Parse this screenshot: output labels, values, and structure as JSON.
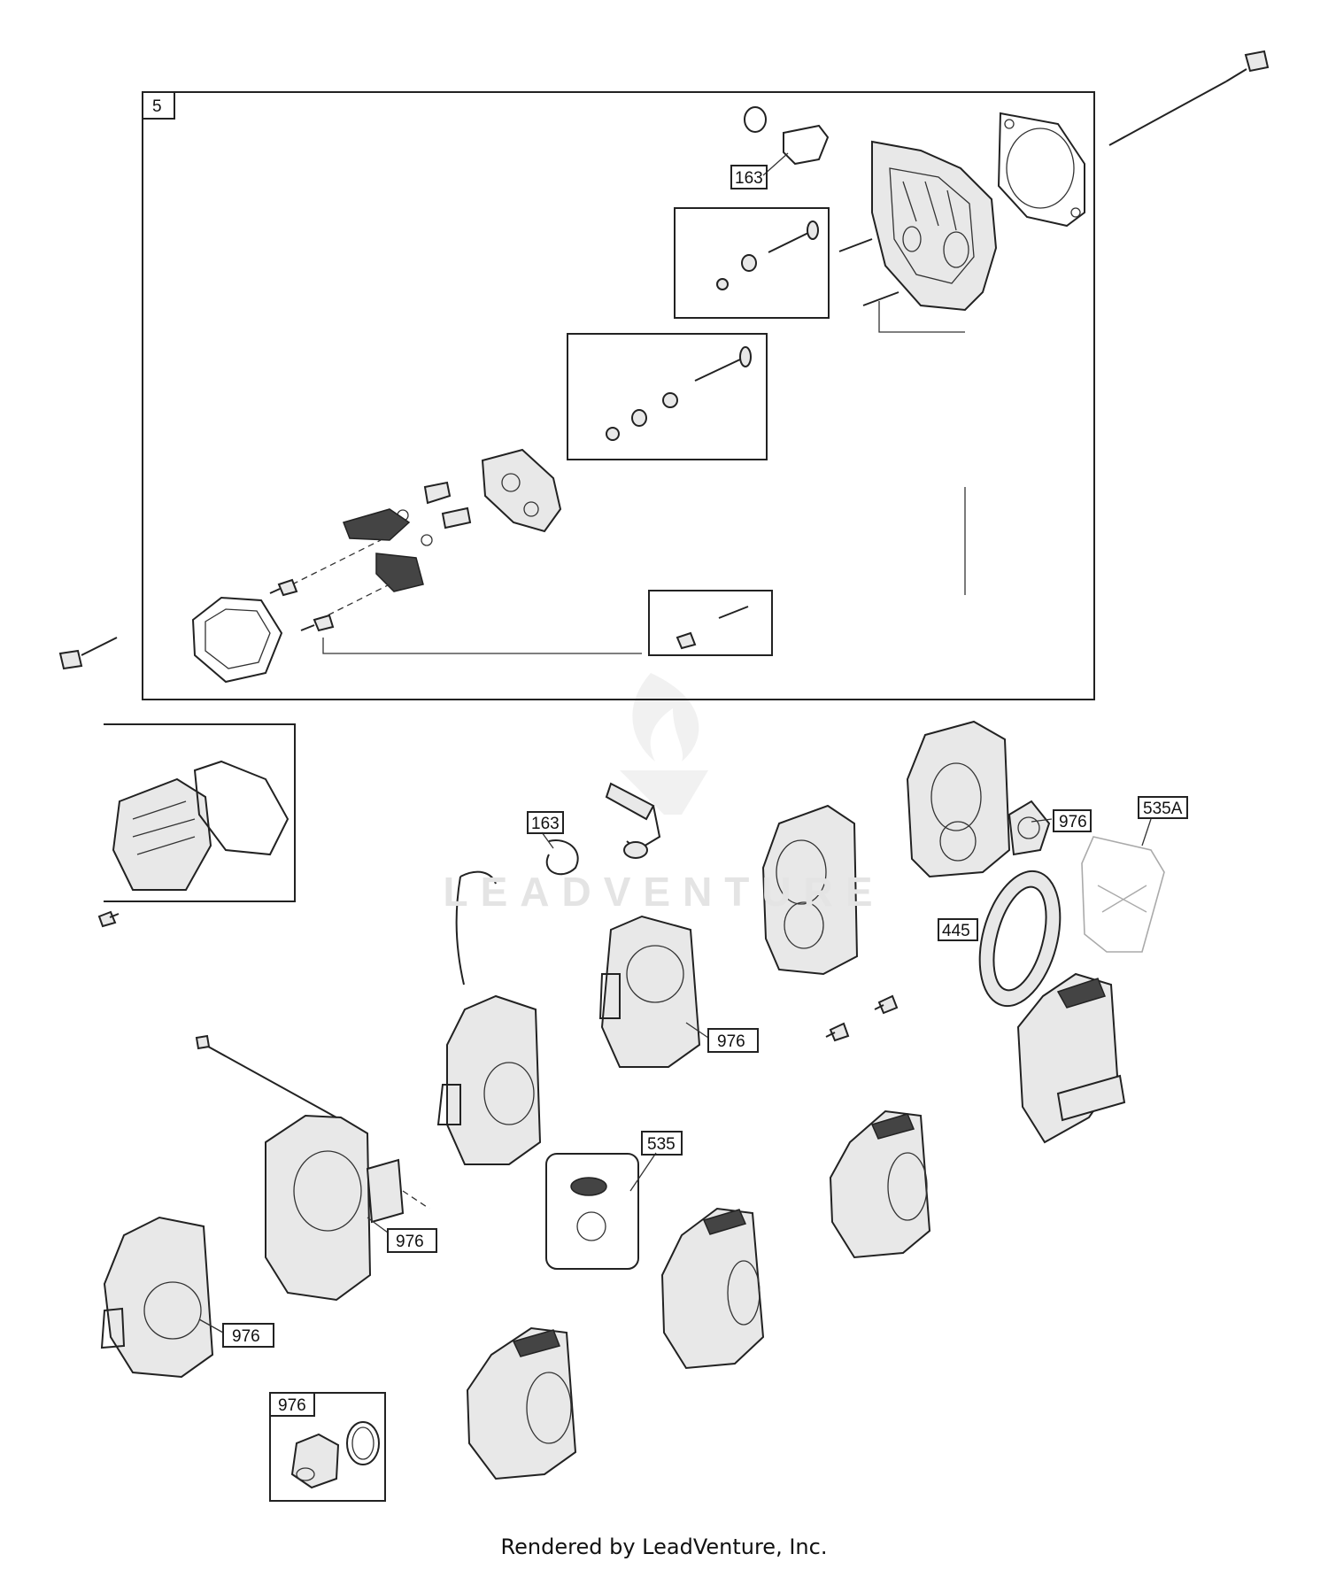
{
  "labels": {
    "group_5": "5",
    "ref_163_a": "163",
    "ref_163_b": "163",
    "ref_976_a": "976",
    "ref_976_b": "976",
    "ref_976_c": "976",
    "ref_976_d": "976",
    "ref_976_e": "976",
    "ref_535A": "535A",
    "ref_445": "445",
    "ref_535": "535"
  },
  "watermark": "LEADVENTURE",
  "footer": "Rendered by LeadVenture, Inc.",
  "colors": {
    "line": "#222222",
    "background": "#ffffff",
    "watermark": "#e4e4e4"
  }
}
